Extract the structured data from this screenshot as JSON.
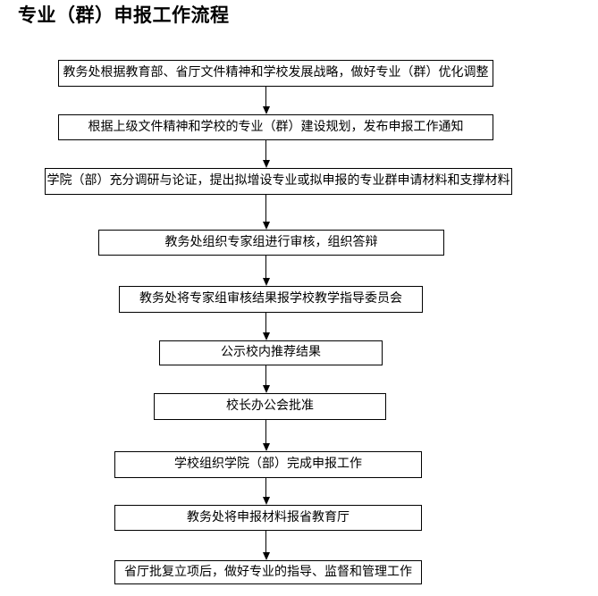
{
  "page": {
    "title": "专业（群）申报工作流程"
  },
  "flow": {
    "steps": [
      {
        "text": "教务处根据教育部、省厅文件精神和学校发展战略，做好专业（群）优化调整"
      },
      {
        "text": "根据上级文件精神和学校的专业（群）建设规划，发布申报工作通知"
      },
      {
        "text": "学院（部）充分调研与论证，提出拟增设专业或拟申报的专业群申请材料和支撑材料"
      },
      {
        "text": "教务处组织专家组进行审核，组织答辩"
      },
      {
        "text": "教务处将专家组审核结果报学校教学指导委员会"
      },
      {
        "text": "公示校内推荐结果"
      },
      {
        "text": "校长办公会批准"
      },
      {
        "text": "学校组织学院（部）完成申报工作"
      },
      {
        "text": "教务处将申报材料报省教育厅"
      },
      {
        "text": "省厅批复立项后，做好专业的指导、监督和管理工作"
      }
    ],
    "connector_count": 9
  },
  "colors": {
    "background": "#ffffff",
    "border": "#000000",
    "text": "#000000",
    "arrow": "#000000"
  }
}
